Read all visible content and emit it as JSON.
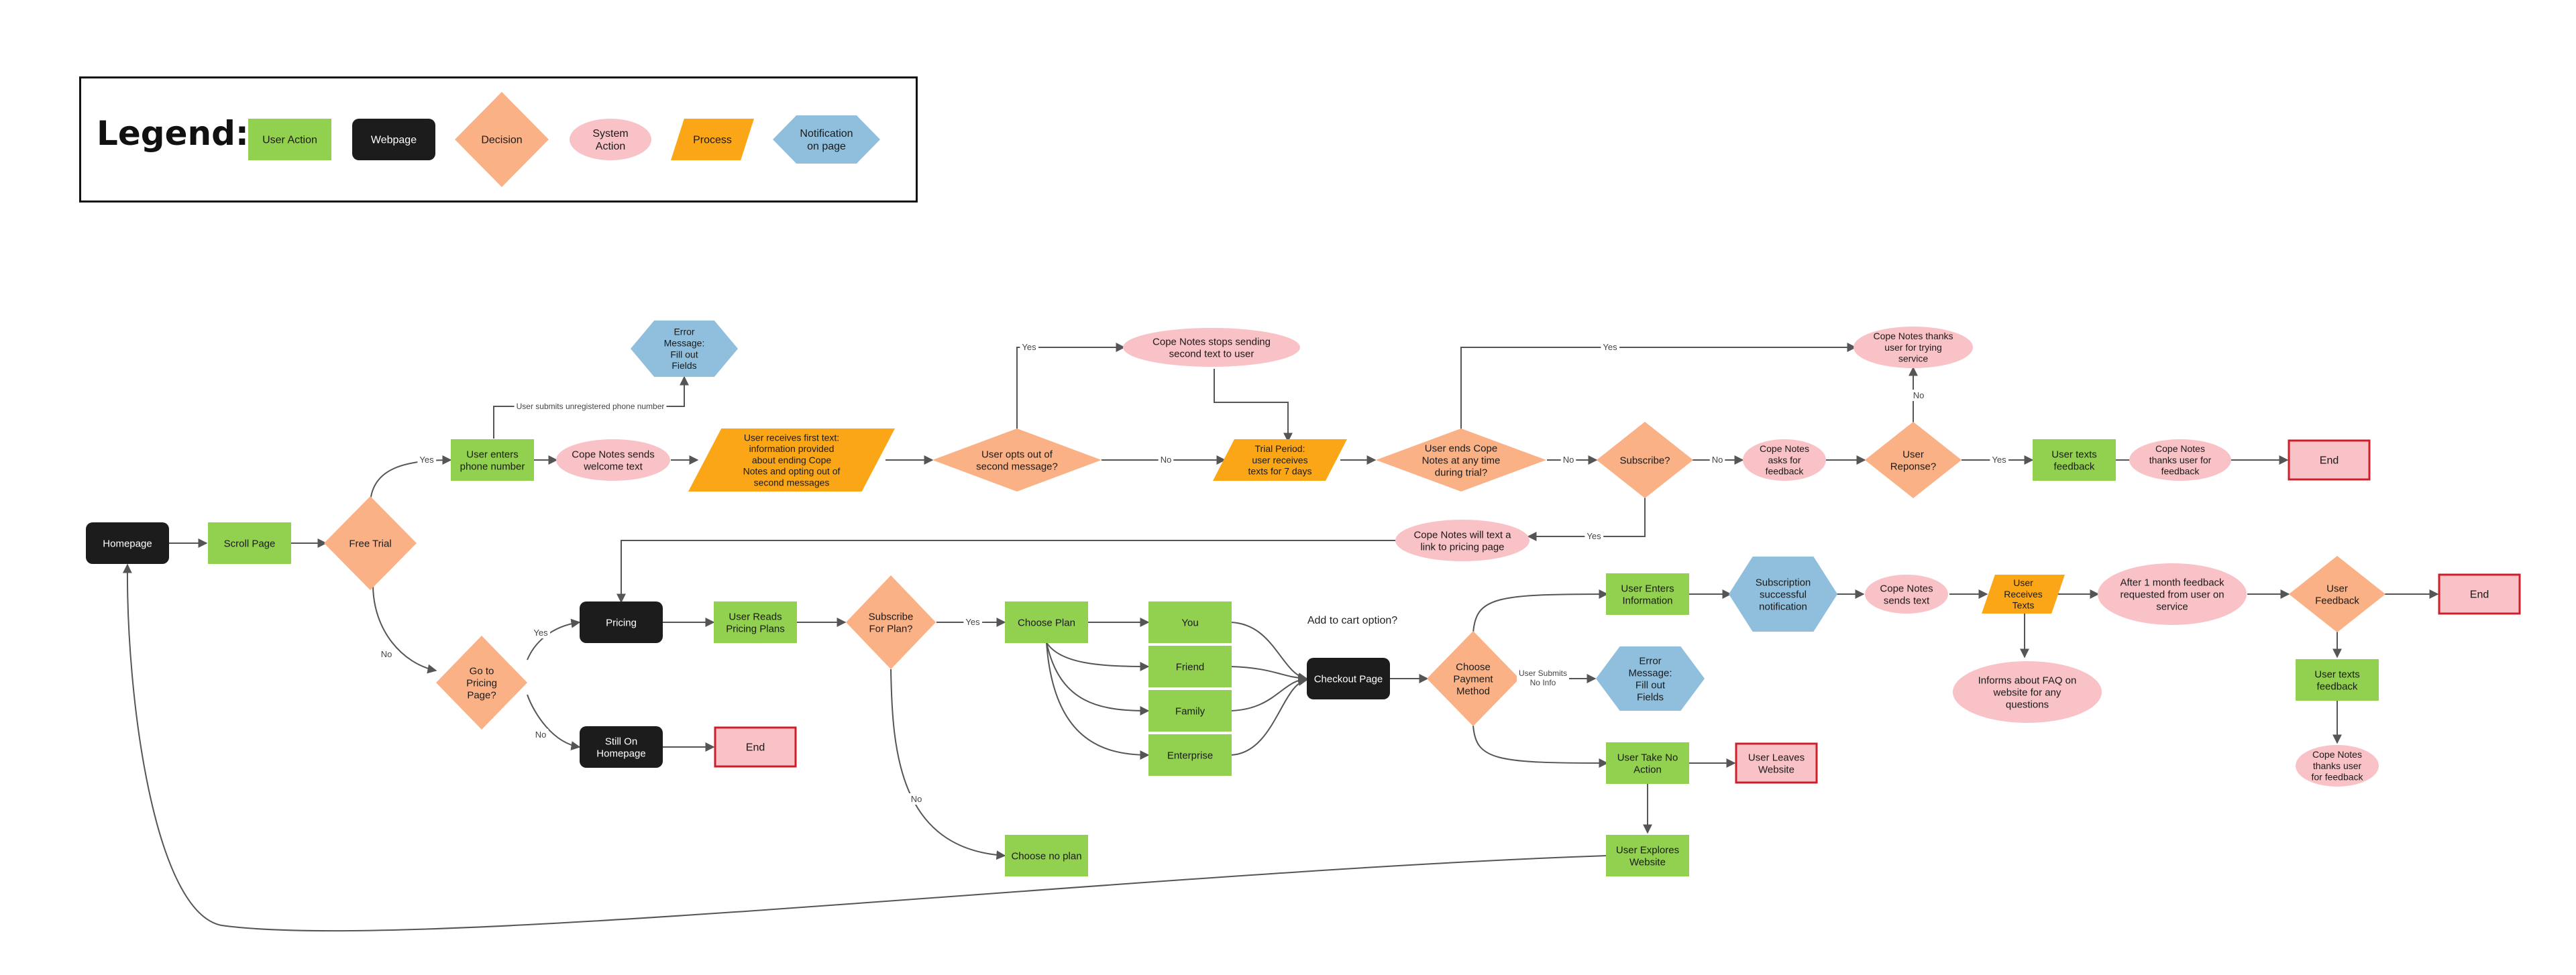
{
  "colors": {
    "user_action": "#92d050",
    "webpage": "#1c1c1c",
    "decision": "#fbb186",
    "system_action": "#f9c2c6",
    "process": "#fba616",
    "notification": "#8fbfdc",
    "end_fill": "#f8c2c6",
    "end_stroke": "#cc1f2b",
    "line": "#555555"
  },
  "legend": {
    "title": "Legend:",
    "user_action": "User Action",
    "webpage": "Webpage",
    "decision": "Decision",
    "system_action": "System\nAction",
    "process": "Process",
    "notification": "Notification\non page"
  },
  "nodes": {
    "homepage": "Homepage",
    "scroll_page": "Scroll Page",
    "free_trial": "Free Trial",
    "user_enters_phone": "User enters\nphone number",
    "error_phone": "Error\nMessage:\nFill out\nFields",
    "welcome_text": "Cope Notes sends\nwelcome text",
    "first_text": "User receives first text:\ninformation provided\nabout ending Cope\nNotes and opting out of\nsecond messages",
    "opt_out_decision": "User opts out of\nsecond message?",
    "stops_sending": "Cope Notes stops sending\nsecond text to user",
    "trial_period": "Trial Period:\nuser receives\ntexts for 7 days",
    "ends_trial_decision": "User ends Cope\nNotes at any time\nduring trial?",
    "thanks_trying": "Cope Notes thanks\nuser for trying\nservice",
    "subscribe_decision": "Subscribe?",
    "asks_feedback": "Cope Notes\nasks for\nfeedback",
    "user_response_decision": "User\nReponse?",
    "texts_feedback_1": "User texts\nfeedback",
    "thanks_feedback_1": "Cope Notes\nthanks user for\nfeedback",
    "end_1": "End",
    "link_pricing": "Cope Notes will text a\nlink to pricing page",
    "go_to_pricing": "Go to\nPricing\nPage?",
    "pricing": "Pricing",
    "reads_plans": "User Reads\nPricing Plans",
    "subscribe_plan": "Subscribe\nFor Plan?",
    "choose_plan": "Choose Plan",
    "plan_you": "You",
    "plan_friend": "Friend",
    "plan_family": "Family",
    "plan_enterprise": "Enterprise",
    "add_to_cart": "Add to cart option?",
    "checkout": "Checkout Page",
    "payment_method": "Choose\nPayment\nMethod",
    "error_payment": "Error\nMessage:\nFill out\nFields",
    "enters_info": "User Enters\nInformation",
    "sub_notification": "Subscription\nsuccessful\nnotification",
    "sends_text": "Cope Notes\nsends text",
    "receives_texts": "User\nReceives\nTexts",
    "faq": "Informs about FAQ on\nwebsite for any\nquestions",
    "month_feedback": "After 1 month feedback\nrequested from user on\nservice",
    "user_feedback_decision": "User\nFeedback",
    "end_2": "End",
    "texts_feedback_2": "User texts\nfeedback",
    "thanks_feedback_2": "Cope Notes\nthanks user\nfor feedback",
    "take_no_action": "User Take No\nAction",
    "leaves_website": "User Leaves\nWebsite",
    "explores_website": "User Explores\nWebsite",
    "still_on_homepage": "Still On\nHomepage",
    "end_3": "End",
    "choose_no_plan": "Choose no plan"
  },
  "edge_labels": {
    "yes": "Yes",
    "no": "No",
    "unregistered": "User submits unregistered phone number",
    "submits_no_info": "User Submits\nNo Info"
  }
}
